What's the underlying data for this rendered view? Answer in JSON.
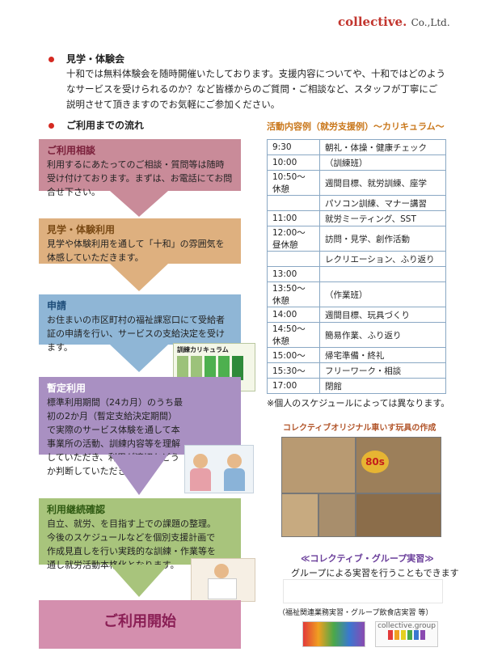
{
  "header": {
    "logo_main": "collective.",
    "logo_sub": "Co.,Ltd."
  },
  "intro": {
    "title": "見学・体験会",
    "text": "十和では無料体験会を随時開催いたしております。支援内容についてや、十和ではどのようなサービスを受けられるのか？など皆様からのご質問・ご相談など、スタッフが丁寧にご説明させて頂きますのでお気軽にご参加ください。"
  },
  "flow": {
    "title": "ご利用までの流れ",
    "steps": [
      {
        "title": "ご利用相談",
        "text": "利用するにあたってのご相談・質問等は随時受け付けております。まずは、お電話にてお問合せ下さい。",
        "color": "#b5677a"
      },
      {
        "title": "見学・体験利用",
        "text": "見学や体験利用を通して「十和」の雰囲気を体感していただきます。",
        "color": "#c9945d"
      },
      {
        "title": "申請",
        "text": "お住まいの市区町村の福祉課窓口にて受給者証の申請を行い、サービスの支給決定を受けます。",
        "color": "#6f9cc0"
      },
      {
        "title": "暫定利用",
        "text": "標準利用期間（24カ月）のうち最初の2か月（暫定支給決定期間）で実際のサービス体験を通して本事業所の活動、訓練内容等を理解していただき、利用が適切かどうか判断していただきます。",
        "color": "#8a6fa8"
      },
      {
        "title": "利用継続確認",
        "text": "自立、就労、を目指す上での課題の整理。今後のスケジュールなどを個別支援計画で作成見直しを行い実践的な訓練・作業等を通し就労活動本格化となります。",
        "color": "#7fa64f"
      },
      {
        "title": "ご利用開始",
        "text": "",
        "color": "#c06a93"
      }
    ],
    "inset_label": "訓練カリキュラム"
  },
  "schedule": {
    "title": "活動内容例（就労支援例）～カリキュラム～",
    "rows": [
      {
        "time": "9:30",
        "activity": "朝礼・体操・健康チェック"
      },
      {
        "time": "10:00",
        "activity": "（訓練班）"
      },
      {
        "time": "10:50～ 休憩",
        "activity": "週間目標、就労訓練、座学"
      },
      {
        "time": "",
        "activity": "パソコン訓練、マナー講習"
      },
      {
        "time": "11:00",
        "activity": "就労ミーティング、SST"
      },
      {
        "time": "12:00～ 昼休憩",
        "activity": "訪問・見学、創作活動"
      },
      {
        "time": "",
        "activity": "レクリエーション、ふり返り"
      },
      {
        "time": "13:00",
        "activity": ""
      },
      {
        "time": "13:50～ 休憩",
        "activity": "（作業班）"
      },
      {
        "time": "14:00",
        "activity": "週間目標、玩具づくり"
      },
      {
        "time": "14:50～ 休憩",
        "activity": "簡易作業、ふり返り"
      },
      {
        "time": "15:00～",
        "activity": "帰宅準備・終礼"
      },
      {
        "time": "15:30～",
        "activity": "フリーワーク・相談"
      },
      {
        "time": "17:00",
        "activity": "閉館"
      }
    ],
    "note": "※個人のスケジュールによっては異なります。"
  },
  "products": {
    "title": "コレクティブオリジナル車いす玩具の作成",
    "badge": "80s"
  },
  "group": {
    "title": "≪コレクティブ・グループ実習≫",
    "text": "グループによる実習を行うこともできます",
    "note": "（福祉関連業務実習・グループ飲食店実習 等）",
    "logo_label": "collective.group"
  }
}
